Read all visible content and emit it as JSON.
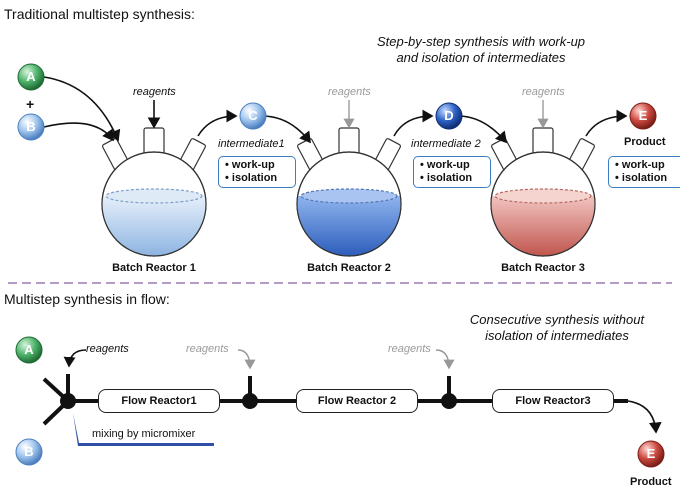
{
  "batch": {
    "title": "Traditional multistep synthesis:",
    "note_line1": "Step-by-step synthesis with work-up",
    "note_line2": "and isolation of intermediates",
    "reagents_label": "reagents",
    "reactors": [
      "Batch Reactor 1",
      "Batch Reactor 2",
      "Batch Reactor 3"
    ],
    "intermediate1": "intermediate1",
    "intermediate2": "intermediate 2",
    "workup": "• work-up",
    "isolation": "• isolation",
    "product": "Product",
    "plus": "+"
  },
  "flow": {
    "title": "Multistep synthesis in flow:",
    "note_line1": "Consecutive synthesis without",
    "note_line2": "isolation of intermediates",
    "reagents_label": "reagents",
    "reactors": [
      "Flow Reactor1",
      "Flow Reactor 2",
      "Flow Reactor3"
    ],
    "micromixer": "mixing by micromixer",
    "product": "Product"
  },
  "compounds": {
    "A": "A",
    "B": "B",
    "C": "C",
    "D": "D",
    "E": "E"
  },
  "colors": {
    "green": "#3aa05a",
    "light_blue": "#9fc4ec",
    "dark_blue": "#2e63c8",
    "red": "#cc4a40",
    "divider": "#b39dc8",
    "box_border": "#3a7fc4"
  }
}
